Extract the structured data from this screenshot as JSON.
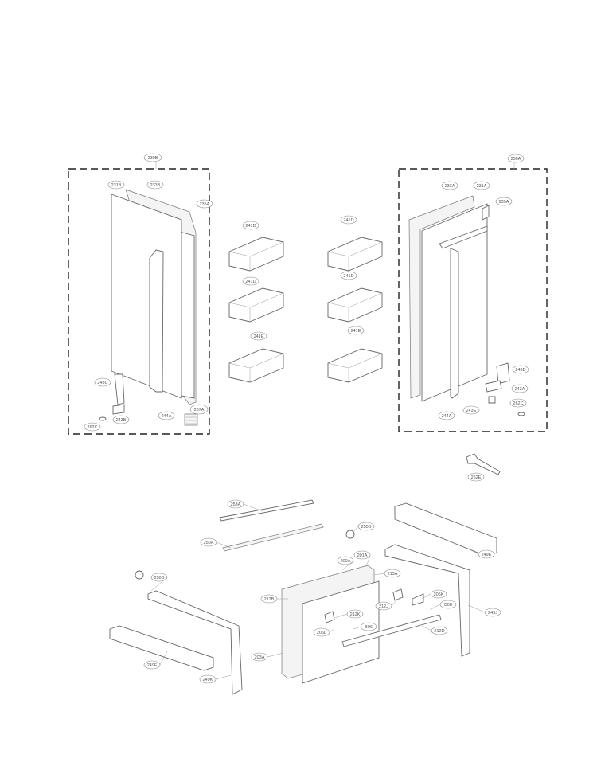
{
  "labels": {
    "l230B": "230B",
    "l231B": "231B",
    "l233B": "233B",
    "l235A": "235A",
    "l243C": "243C",
    "l243B": "243B",
    "l244A_left": "244A",
    "l267A": "267A",
    "l262C_left": "262C",
    "l241D_1": "241D",
    "l241D_2": "241D",
    "l241E_1": "241E",
    "l241D_3": "241D",
    "l241D_4": "241D",
    "l241E_2": "241E",
    "l230A": "230A",
    "l233A_top": "233A",
    "l231A": "231A",
    "l239A": "239A",
    "l243D": "243D",
    "l243A": "243A",
    "l243E": "243E",
    "l262C_right": "262C",
    "l244A_right": "244A",
    "l262E": "262E",
    "l253A": "253A",
    "l250B_top": "250B",
    "l250A": "250A",
    "l249E": "249E",
    "l250B_left": "250B",
    "l200A": "200A",
    "l201A": "201A",
    "l213A": "213A",
    "l213B": "213B",
    "l206K": "206K",
    "l212J": "212J",
    "l212K": "212K",
    "lB08": "B08",
    "l249J": "249J",
    "l206L": "206L",
    "lB06": "B06",
    "l212D": "212D",
    "l203A": "203A",
    "l249F": "249F",
    "l249K": "249K"
  }
}
